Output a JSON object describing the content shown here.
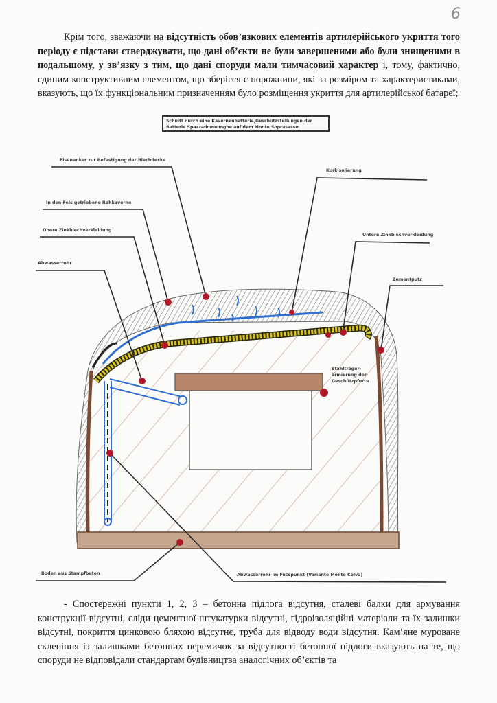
{
  "page_number": "6",
  "paragraph1": {
    "intro": "Крім того, зважаючи на ",
    "bold": "відсутність обов’язкових елементів артилерійського укриття того періоду є підстави стверджувати, що дані об’єкти не були завершеними або були знищеними в подальшому, у зв’язку з тим, що дані споруди мали тимчасовий характер",
    "rest": " і, тому, фактично, єдиним конструктивним елементом, що зберігся є порожнини, які за розміром та характеристиками, вказують, що їх функціональним призначенням було розміщення укриття для артилерійської батареї;"
  },
  "diagram": {
    "title": "Schnitt durch eine Kavernenbatterie,Geschützstellungen der Batterie Spazzadomenoghe auf dem Monte Soprasasso",
    "labels": {
      "eisenanker": "Eisenanker zur Befestigung der Blechdecke",
      "fels": "In den Fels getriebene Rohkaverne",
      "obere": "Obere Zinkblechverkleidung",
      "abwasserrohr": "Abwasserrohr",
      "kork": "Korkisolierung",
      "untere": "Untere Zinkblechverkleidung",
      "zement": "Zementputz",
      "stahl": "Stahlträger-armierung der Geschützpforte",
      "boden": "Boden aus Stampfbeton",
      "fusspunkt": "Abwasserrohr im Fusspunkt (Variante Monte Colva)"
    }
  },
  "paragraph2": {
    "text": "- Спостережні пункти 1, 2, 3 – бетонна підлога відсутня, сталеві балки для армування конструкції відсутні, сліди цементної штукатурки відсутні, гідроізоляційні матеріали та їх залишки відсутні, покриття цинковою бляхою відсутнє, труба для відводу води відсутня. Кам’яне муроване склепіння із залишками бетонних перемичок за відсутності бетонної підлоги вказують на те, що споруди не відповідали стандартам будівництва аналогічних об’єктів та"
  },
  "colors": {
    "insulation": "#d8c21e",
    "water": "#2f6fd0",
    "wood": "#8a5a3c",
    "marker": "#b0182a",
    "rock": "#8f8f8f"
  }
}
